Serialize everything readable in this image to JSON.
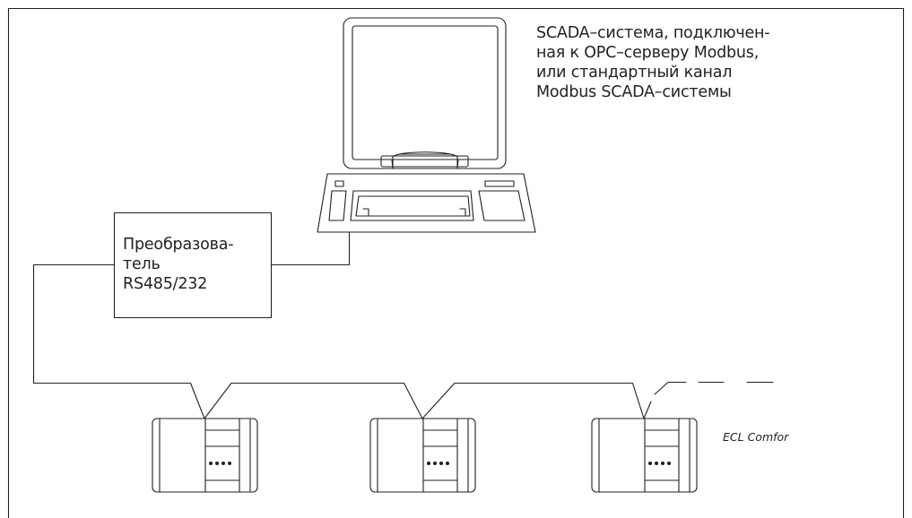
{
  "diagram": {
    "scada_caption": "SCADA–система, подключен-\nная к OPC–серверу Modbus,\nили стандартный канал\nModbus SCADA–системы",
    "converter_caption": "Преобразова-\nтель\nRS485/232",
    "controller_caption": "ECL Comfor",
    "controller_count": 3,
    "line_color": "#231f20"
  }
}
